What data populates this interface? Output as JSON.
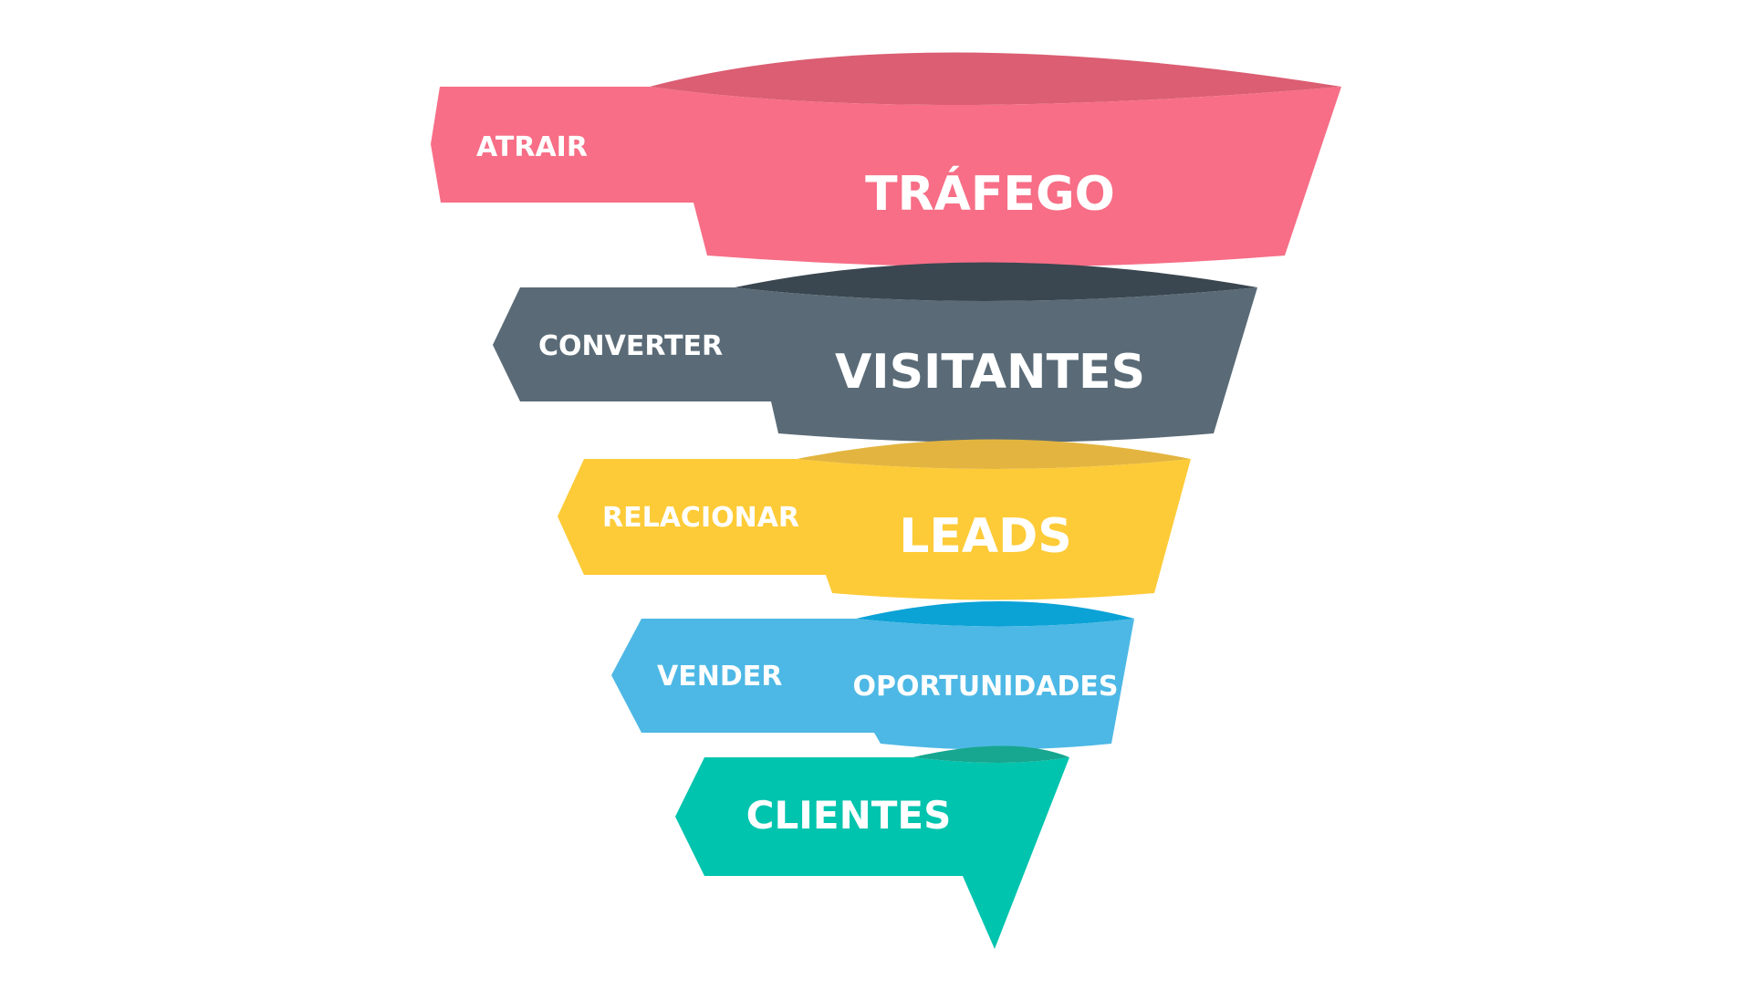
{
  "funnel": {
    "stages": [
      {
        "action": "ATRAIR",
        "stage": "TRÁFEGO",
        "color": "#F76E86",
        "top_color": "#DB5E72"
      },
      {
        "action": "CONVERTER",
        "stage": "VISITANTES",
        "color": "#5A6B77",
        "top_color": "#3A4650"
      },
      {
        "action": "RELACIONAR",
        "stage": "LEADS",
        "color": "#FDCB38",
        "top_color": "#E3B540"
      },
      {
        "action": "VENDER",
        "stage": "OPORTUNIDADES",
        "color": "#4DB8E5",
        "top_color": "#0BA2D6"
      },
      {
        "action": "",
        "stage": "CLIENTES",
        "color": "#00C4AE",
        "top_color": "#17A68F"
      }
    ]
  }
}
